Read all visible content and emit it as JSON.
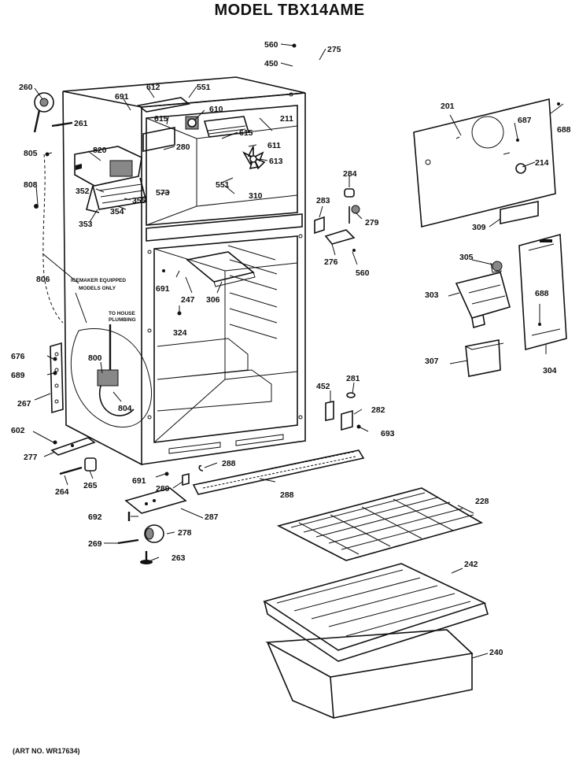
{
  "title": "MODEL TBX14AME",
  "art_number": "(ART NO. WR17634)",
  "notes": {
    "icemaker_line1": "ICEMAKER EQUIPPED",
    "icemaker_line2": "MODELS ONLY",
    "plumbing_line1": "TO HOUSE",
    "plumbing_line2": "PLUMBING"
  },
  "callouts": {
    "c560a": "560",
    "c275": "275",
    "c450": "450",
    "c260": "260",
    "c612": "612",
    "c551a": "551",
    "c691a": "691",
    "c610": "610",
    "c615a": "615",
    "c211": "211",
    "c261": "261",
    "c615b": "615",
    "c611": "611",
    "c820": "820",
    "c805": "805",
    "c280": "280",
    "c613": "613",
    "c808": "808",
    "c352": "352",
    "c355": "355",
    "c573": "573",
    "c551b": "551",
    "c310": "310",
    "c354": "354",
    "c353": "353",
    "c201": "201",
    "c687": "687",
    "c688a": "688",
    "c214": "214",
    "c284": "284",
    "c283": "283",
    "c279": "279",
    "c309": "309",
    "c276": "276",
    "c560b": "560",
    "c305": "305",
    "c303": "303",
    "c688b": "688",
    "c304": "304",
    "c307": "307",
    "c806": "806",
    "c691b": "691",
    "c247": "247",
    "c306": "306",
    "c324": "324",
    "c800": "800",
    "c804": "804",
    "c676": "676",
    "c689": "689",
    "c267": "267",
    "c452": "452",
    "c281": "281",
    "c282": "282",
    "c693": "693",
    "c602": "602",
    "c277": "277",
    "c288a": "288",
    "c264": "264",
    "c265": "265",
    "c691c": "691",
    "c289": "289",
    "c288b": "288",
    "c228": "228",
    "c692": "692",
    "c287": "287",
    "c278": "278",
    "c269": "269",
    "c263": "263",
    "c242": "242",
    "c240": "240"
  }
}
